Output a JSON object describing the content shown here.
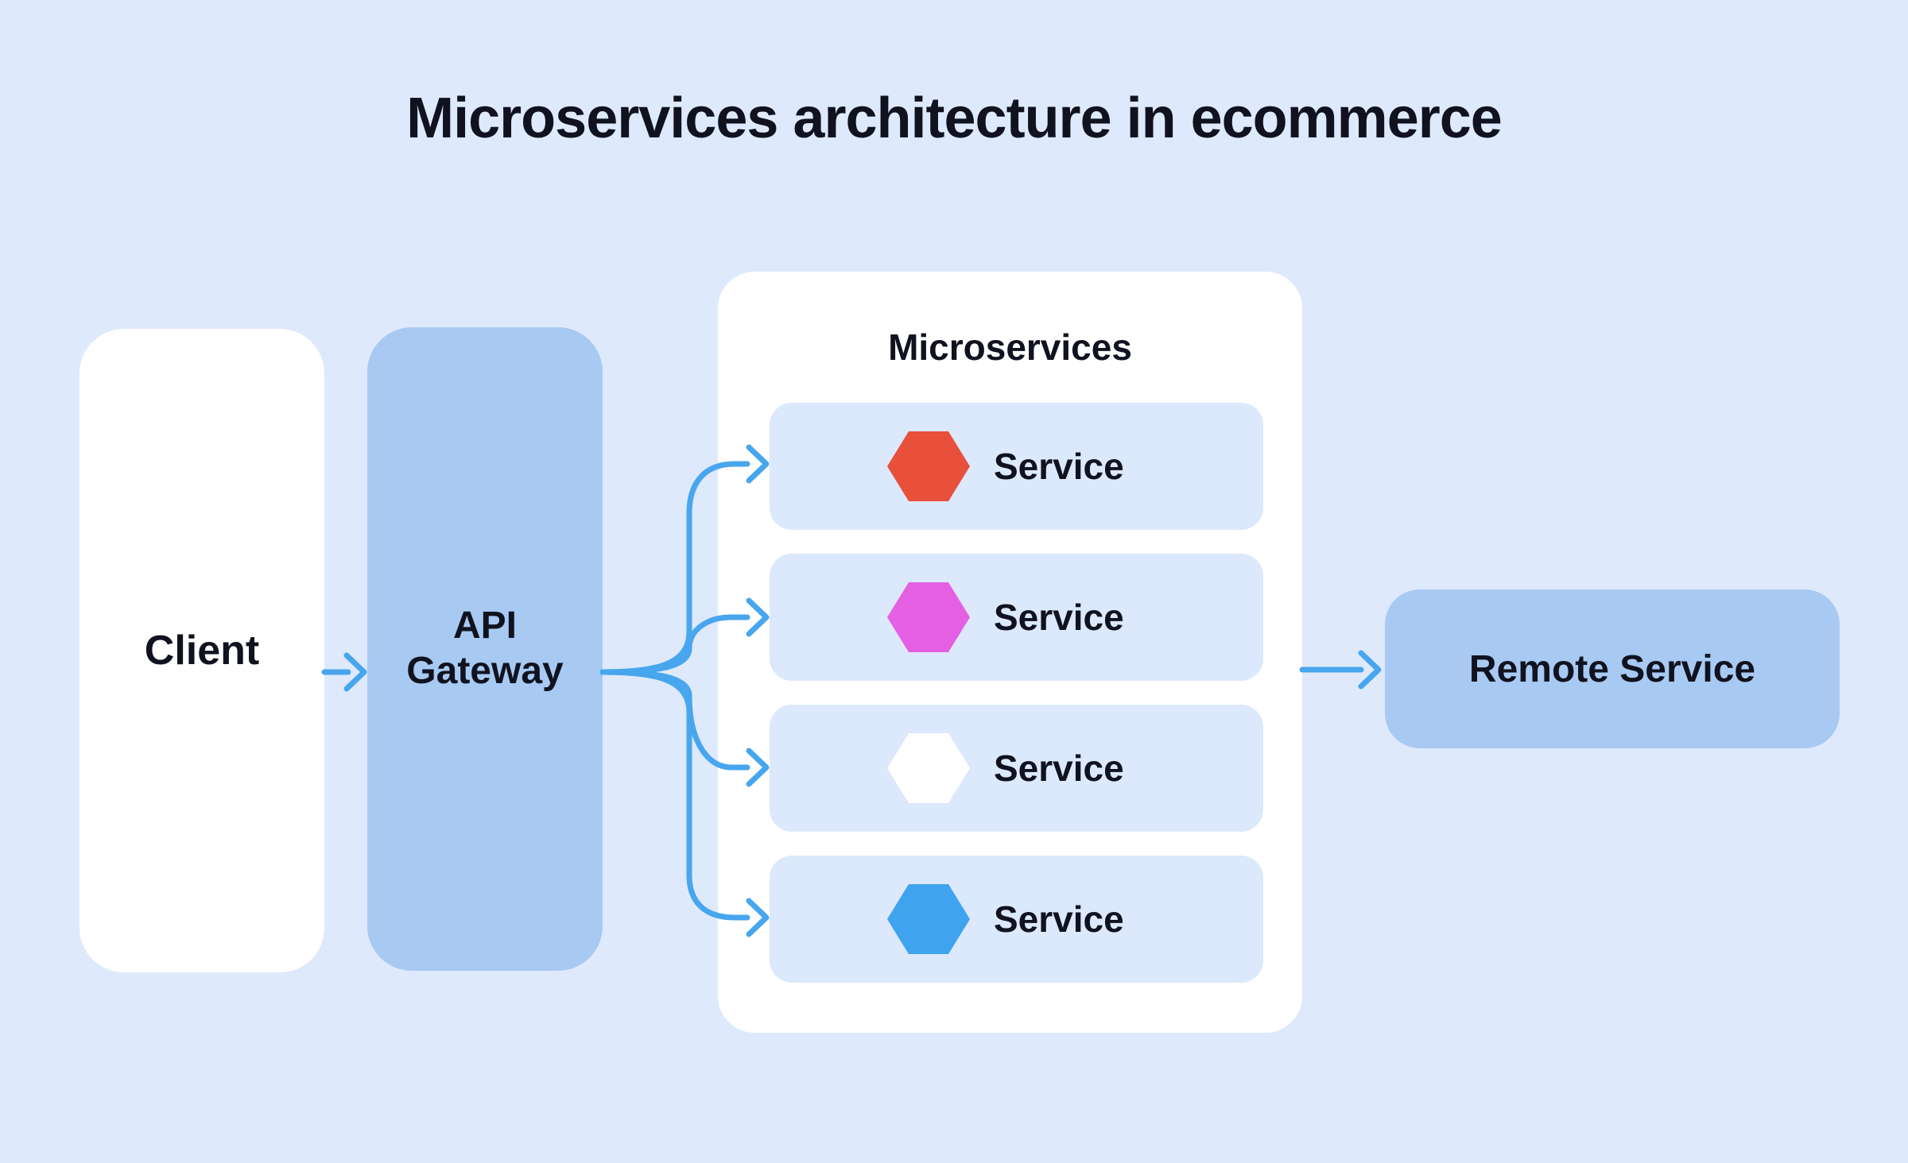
{
  "page": {
    "title": "Microservices architecture in ecommerce"
  },
  "colors": {
    "background": "#dfe9fc",
    "panel_white": "#ffffff",
    "box_blue": "#a8c9f2",
    "row_blue": "#dce8fc",
    "arrow_blue": "#47a6ee",
    "text_dark": "#10131f"
  },
  "client": {
    "label": "Client"
  },
  "api_gateway": {
    "label_line1": "API",
    "label_line2": "Gateway"
  },
  "microservices": {
    "header": "Microservices",
    "services": [
      {
        "label": "Service",
        "icon": "hexagon-red-icon",
        "hex_color": "#e8503c"
      },
      {
        "label": "Service",
        "icon": "hexagon-magenta-icon",
        "hex_color": "#e45fe2"
      },
      {
        "label": "Service",
        "icon": "hexagon-white-icon",
        "hex_color": "#ffffff"
      },
      {
        "label": "Service",
        "icon": "hexagon-blue-icon",
        "hex_color": "#3fa3ef"
      }
    ]
  },
  "remote_service": {
    "label": "Remote Service"
  }
}
